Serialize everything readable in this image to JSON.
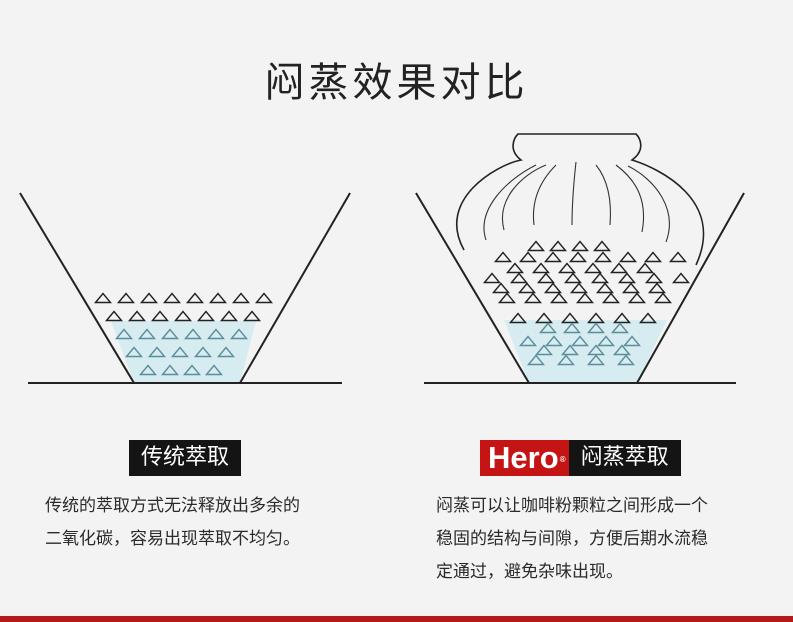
{
  "title": "闷蒸效果对比",
  "left": {
    "label": "传统萃取",
    "desc_lines": [
      "传统的萃取方式无法释放出多余的",
      "二氧化碳，容易出现萃取不均匀。"
    ]
  },
  "right": {
    "logo": "Hero",
    "logo_mark": "®",
    "label": "闷蒸萃取",
    "desc_lines": [
      "闷蒸可以让咖啡粉颗粒之间形成一个",
      "稳固的结构与间隙，方便后期水流稳",
      "定通过，避免杂味出现。"
    ]
  },
  "colors": {
    "accent": "#c41414",
    "water": "#d7ecf0",
    "grain_dry": "#222222",
    "grain_wet": "#5a8e9c",
    "bottom_bar": "#b31b1b"
  }
}
